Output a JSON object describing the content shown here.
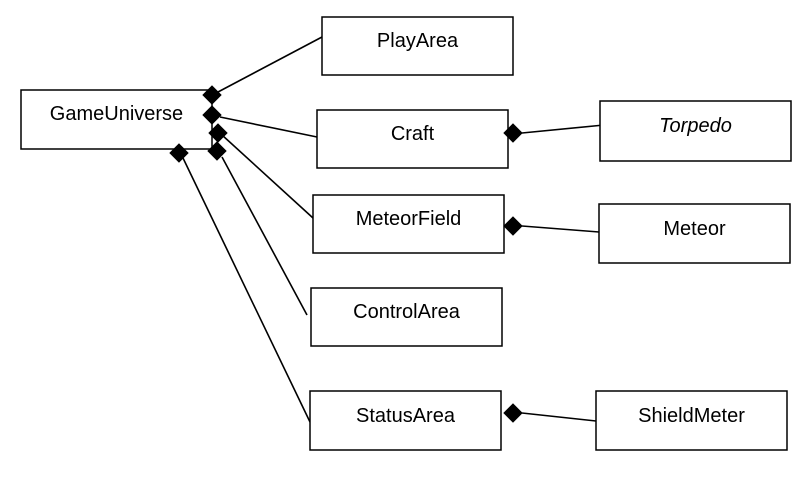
{
  "nodes": {
    "game_universe": "GameUniverse",
    "play_area": "PlayArea",
    "craft": "Craft",
    "torpedo": "Torpedo",
    "meteor_field": "MeteorField",
    "meteor": "Meteor",
    "control_area": "ControlArea",
    "status_area": "StatusArea",
    "shield_meter": "ShieldMeter"
  },
  "relationship": "composition",
  "compositions": [
    {
      "whole": "GameUniverse",
      "part": "PlayArea"
    },
    {
      "whole": "GameUniverse",
      "part": "Craft"
    },
    {
      "whole": "GameUniverse",
      "part": "MeteorField"
    },
    {
      "whole": "GameUniverse",
      "part": "ControlArea"
    },
    {
      "whole": "GameUniverse",
      "part": "StatusArea"
    },
    {
      "whole": "Craft",
      "part": "Torpedo"
    },
    {
      "whole": "MeteorField",
      "part": "Meteor"
    },
    {
      "whole": "StatusArea",
      "part": "ShieldMeter"
    }
  ],
  "colors": {
    "stroke": "#000000",
    "fill": "#ffffff",
    "diamond": "#000000"
  }
}
